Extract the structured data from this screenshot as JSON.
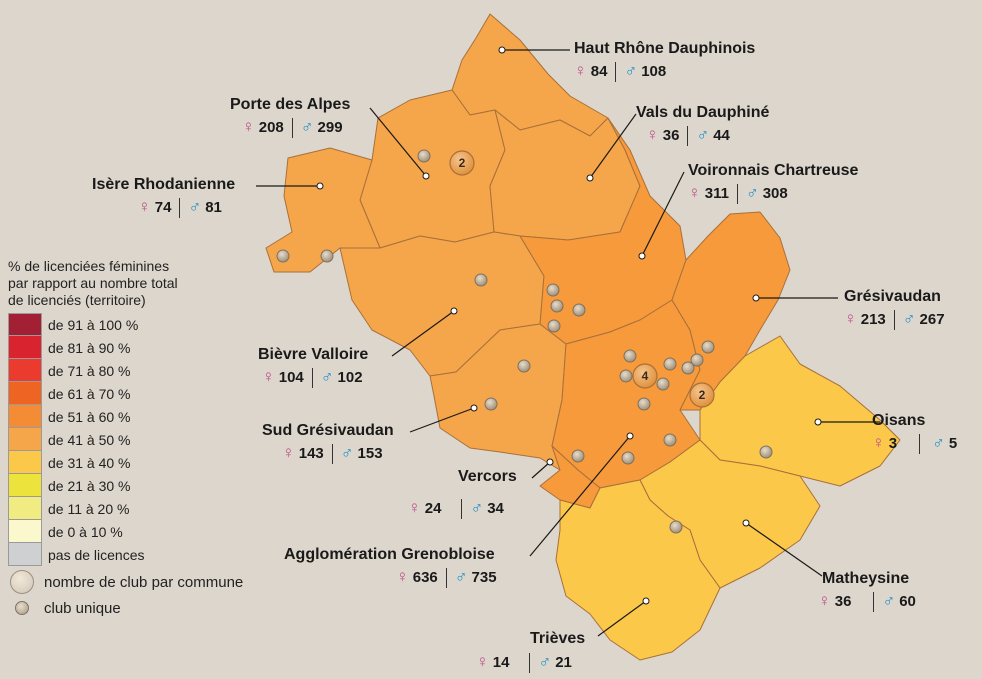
{
  "colors": {
    "bg": "#dcd6cc",
    "scale": [
      "#a31f34",
      "#d9232f",
      "#ea3b2e",
      "#ee6423",
      "#f38c34",
      "#f6a64a",
      "#fbc84a",
      "#ece33c",
      "#f0ec82",
      "#fcf8cd",
      "#cfd0d2"
    ],
    "female": "#c0508a",
    "male": "#1f8fc9"
  },
  "territories": [
    {
      "name": "Haut Rhône Dauphinois",
      "female": "84",
      "male": "108"
    },
    {
      "name": "Porte des Alpes",
      "female": "208",
      "male": "299"
    },
    {
      "name": "Vals du Dauphiné",
      "female": "36",
      "male": "44"
    },
    {
      "name": "Voironnais Chartreuse",
      "female": "311",
      "male": "308"
    },
    {
      "name": "Isère Rhodanienne",
      "female": "74",
      "male": "81"
    },
    {
      "name": "Grésivaudan",
      "female": "213",
      "male": "267"
    },
    {
      "name": "Bièvre Valloire",
      "female": "104",
      "male": "102"
    },
    {
      "name": "Oisans",
      "female": "3",
      "male": "5"
    },
    {
      "name": "Sud Grésivaudan",
      "female": "143",
      "male": "153"
    },
    {
      "name": "Vercors",
      "female": "24",
      "male": "34"
    },
    {
      "name": "Agglomération Grenobloise",
      "female": "636",
      "male": "735"
    },
    {
      "name": "Matheysine",
      "female": "36",
      "male": "60"
    },
    {
      "name": "Trièves",
      "female": "14",
      "male": "21"
    }
  ],
  "multi_clubs": [
    "2",
    "4",
    "2"
  ],
  "legend": {
    "title": "% de licenciées féminines par rapport au nombre total de licenciés (territoire)",
    "items": [
      "de 91 à 100 %",
      "de 81 à 90 %",
      "de 71 à 80 %",
      "de 61 à 70 %",
      "de 51 à 60 %",
      "de 41 à 50 %",
      "de 31 à 40 %",
      "de 21 à 30 %",
      "de 11 à 20 %",
      "de 0 à 10 %",
      "pas de licences"
    ],
    "multi_label": "nombre de club par commune",
    "single_label": "club unique"
  }
}
